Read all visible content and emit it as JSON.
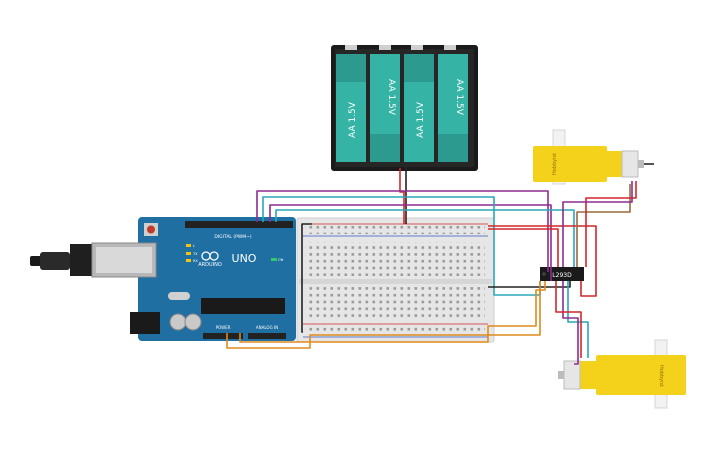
{
  "battery_pack": {
    "cells": [
      "AA 1.5V",
      "AA 1.5V",
      "AA 1.5V",
      "AA 1.5V"
    ]
  },
  "arduino": {
    "brand": "ARDUINO",
    "model": "UNO",
    "digital_header": "DIGITAL (PWM~)",
    "power_header": "POWER",
    "analog_header": "ANALOG IN",
    "led_labels": [
      "L",
      "TX",
      "RX"
    ],
    "on_label": "ON"
  },
  "driver_ic": {
    "label": "L293D"
  },
  "motors": {
    "top_label": "Hobbyist",
    "bottom_label": "Hobbyist"
  },
  "colors": {
    "arduino_board": "#1f6fa3",
    "breadboard": "#e8e8e8",
    "battery_case": "#1a1a1a",
    "battery_cell": "#35b4a6",
    "motor_body": "#f4d21c",
    "wire_red": "#d2262a",
    "wire_black": "#222222",
    "wire_purple": "#8e2b8e",
    "wire_teal": "#2aa7b8",
    "wire_orange": "#e08a1c",
    "wire_brown": "#9a6a3a"
  }
}
